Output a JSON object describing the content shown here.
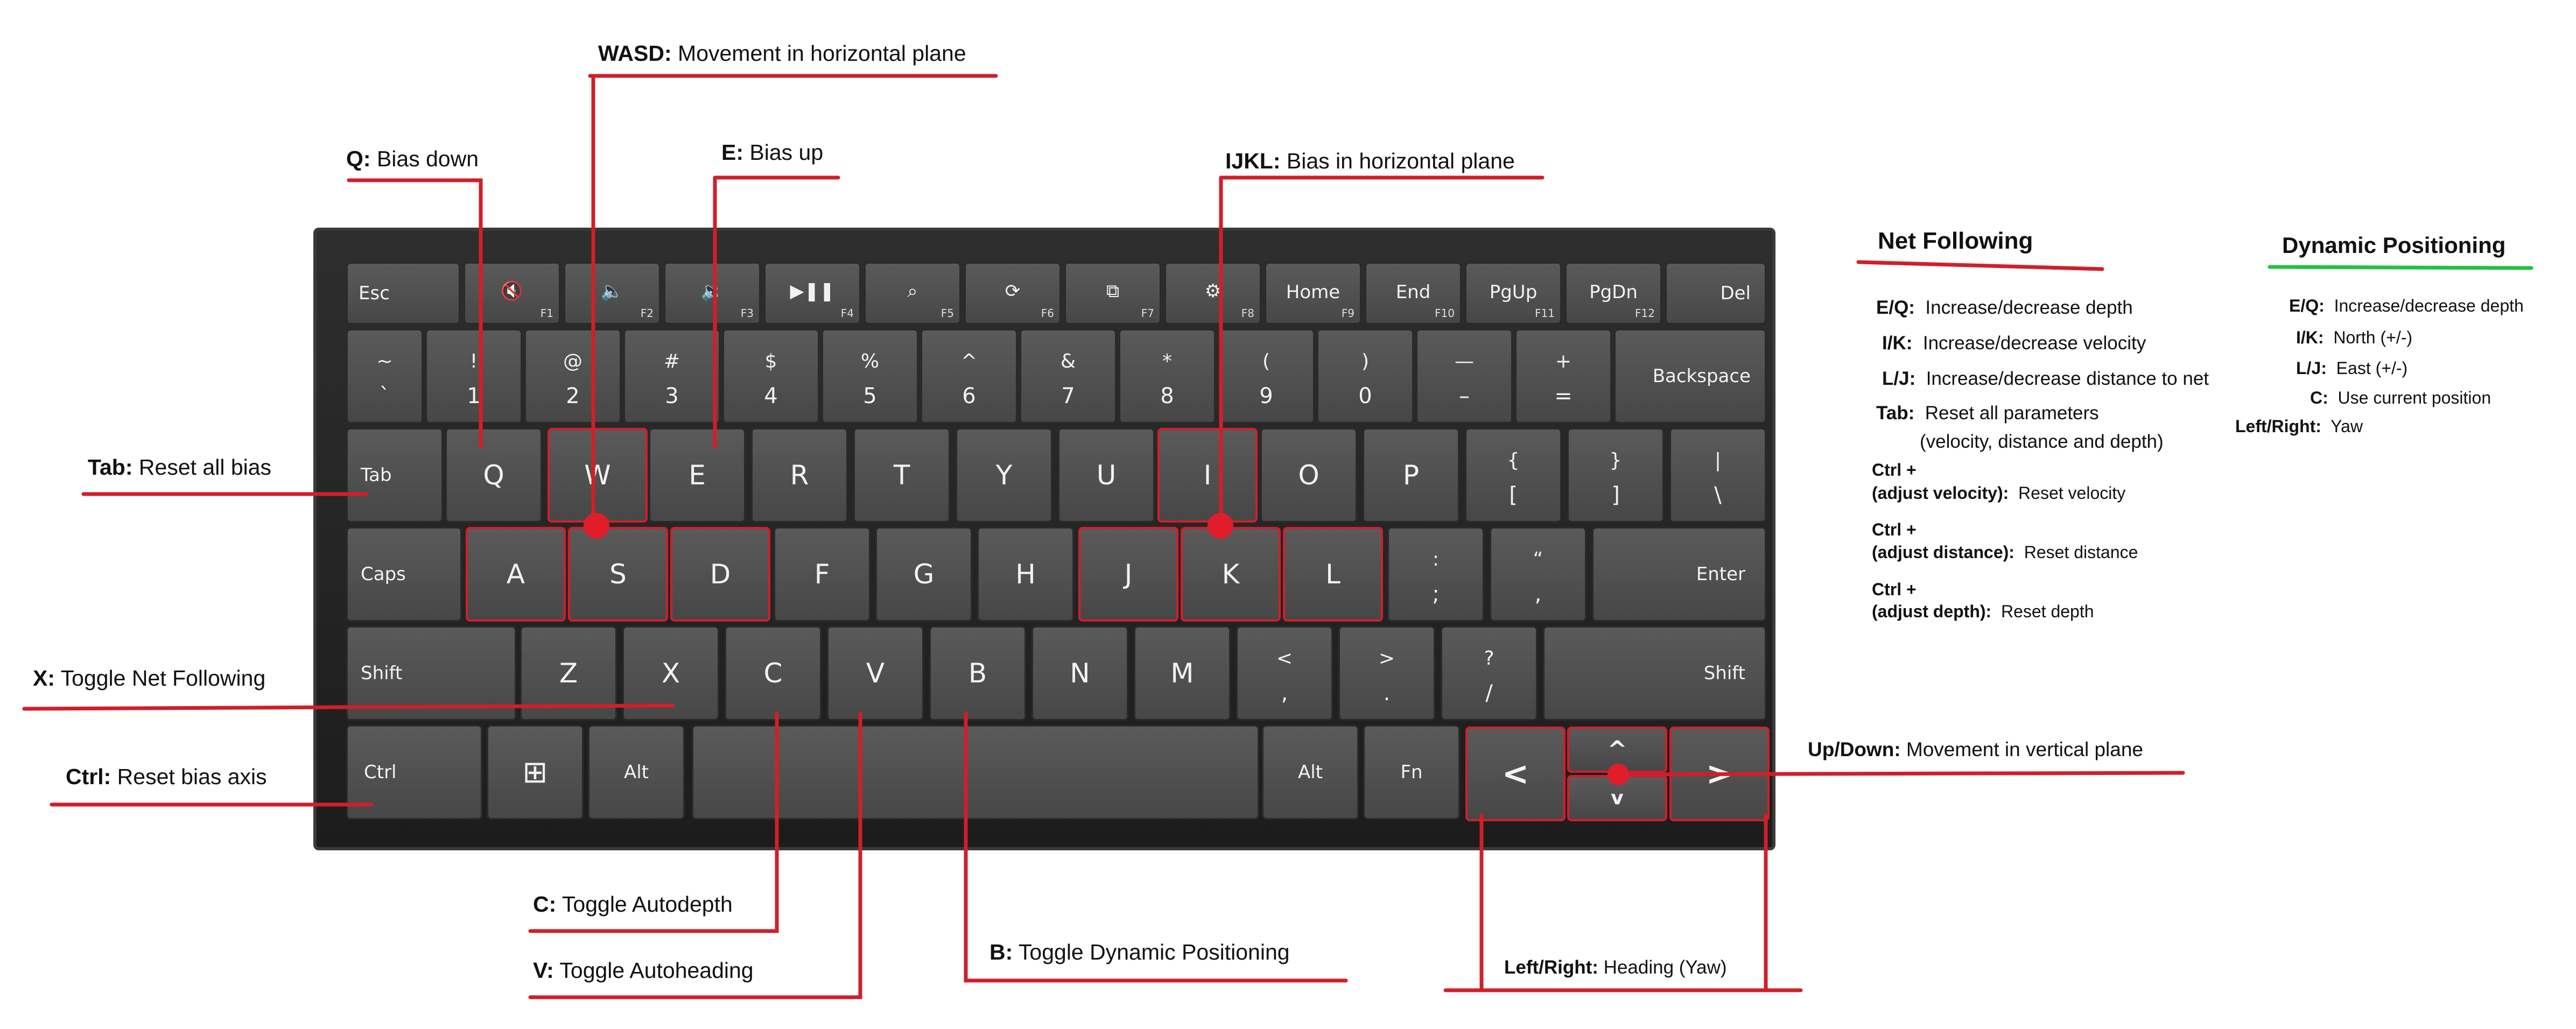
{
  "keyboard": {
    "keys": {
      "esc": "Esc",
      "mute_f": "F1",
      "voldown_f": "F2",
      "volup_f": "F3",
      "play_f": "F4",
      "search_f": "F5",
      "share_f": "F6",
      "devices_f": "F7",
      "settings_f": "F8",
      "home": "Home",
      "home_f": "F9",
      "end": "End",
      "end_f": "F10",
      "pgup": "PgUp",
      "pgup_f": "F11",
      "pgdn": "PgDn",
      "pgdn_f": "F12",
      "del": "Del",
      "tilde_t": "~",
      "tilde_b": "`",
      "n1_t": "!",
      "n1_b": "1",
      "n2_t": "@",
      "n2_b": "2",
      "n3_t": "#",
      "n3_b": "3",
      "n4_t": "$",
      "n4_b": "4",
      "n5_t": "%",
      "n5_b": "5",
      "n6_t": "^",
      "n6_b": "6",
      "n7_t": "&",
      "n7_b": "7",
      "n8_t": "*",
      "n8_b": "8",
      "n9_t": "(",
      "n9_b": "9",
      "n0_t": ")",
      "n0_b": "0",
      "minus_t": "—",
      "minus_b": "–",
      "plus_t": "+",
      "plus_b": "=",
      "backspace": "Backspace",
      "tab": "Tab",
      "q": "Q",
      "w": "W",
      "e": "E",
      "r": "R",
      "t": "T",
      "y": "Y",
      "u": "U",
      "i": "I",
      "o": "O",
      "p": "P",
      "lbr_t": "{",
      "lbr_b": "[",
      "rbr_t": "}",
      "rbr_b": "]",
      "pipe_t": "|",
      "pipe_b": "\\",
      "caps": "Caps",
      "a": "A",
      "s": "S",
      "d": "D",
      "f": "F",
      "g": "G",
      "h": "H",
      "j": "J",
      "k": "K",
      "l": "L",
      "semi_t": ":",
      "semi_b": ";",
      "quote_t": "“",
      "quote_b": ",",
      "enter": "Enter",
      "shift_l": "Shift",
      "z": "Z",
      "x": "X",
      "c": "C",
      "v": "V",
      "b": "B",
      "n": "N",
      "m": "M",
      "comma_t": "<",
      "comma_b": ",",
      "period_t": ">",
      "period_b": ".",
      "slash_t": "?",
      "slash_b": "/",
      "shift_r": "Shift",
      "ctrl": "Ctrl",
      "alt_l": "Alt",
      "alt_r": "Alt",
      "fn": "Fn",
      "left": "<",
      "up": "^",
      "down": "v",
      "right": ">"
    }
  },
  "annotations": {
    "wasd": {
      "key": "WASD:",
      "text": " Movement in horizontal plane"
    },
    "q": {
      "key": "Q:",
      "text": " Bias down"
    },
    "e": {
      "key": "E:",
      "text": " Bias up"
    },
    "ijkl": {
      "key": "IJKL:",
      "text": " Bias in horizontal plane"
    },
    "tab": {
      "key": "Tab:",
      "text": " Reset all bias"
    },
    "x": {
      "key": "X:",
      "text": " Toggle Net Following"
    },
    "ctrl": {
      "key": "Ctrl:",
      "text": " Reset bias axis"
    },
    "c": {
      "key": "C:",
      "text": " Toggle Autodepth"
    },
    "v": {
      "key": "V:",
      "text": " Toggle Autoheading"
    },
    "b": {
      "key": "B:",
      "text": " Toggle Dynamic Positioning"
    },
    "updown": {
      "key": "Up/Down:",
      "text": "  Movement in vertical plane"
    },
    "leftright": {
      "key": "Left/Right:",
      "text": " Heading (Yaw)"
    }
  },
  "net_following": {
    "title": "Net Following",
    "title_color": "#d01f2a",
    "items": [
      {
        "key": "E/Q:",
        "text": "Increase/decrease depth"
      },
      {
        "key": "I/K:",
        "text": "Increase/decrease velocity"
      },
      {
        "key": "L/J:",
        "text": "Increase/decrease distance to net"
      },
      {
        "key": "Tab:",
        "text": "Reset all parameters",
        "text2": "(velocity, distance and depth)"
      },
      {
        "key": "Ctrl +",
        "key2": "(adjust velocity):",
        "text": "Reset velocity"
      },
      {
        "key": "Ctrl +",
        "key2": "(adjust distance):",
        "text": "Reset distance"
      },
      {
        "key": "Ctrl +",
        "key2": "(adjust depth):",
        "text": "Reset depth"
      }
    ]
  },
  "dynamic_positioning": {
    "title": "Dynamic Positioning",
    "title_color": "#21c241",
    "items": [
      {
        "key": "E/Q:",
        "text": "Increase/decrease depth"
      },
      {
        "key": "I/K:",
        "text": "North (+/-)"
      },
      {
        "key": "L/J:",
        "text": "East (+/-)"
      },
      {
        "key": "C:",
        "text": "Use current position"
      },
      {
        "key": "Left/Right:",
        "text": "Yaw"
      }
    ]
  },
  "colors": {
    "annotation_line": "#d01f2a",
    "marker": "#e11d2a",
    "keyboard_body": "#262626",
    "key_face": "#4f4f4f"
  }
}
